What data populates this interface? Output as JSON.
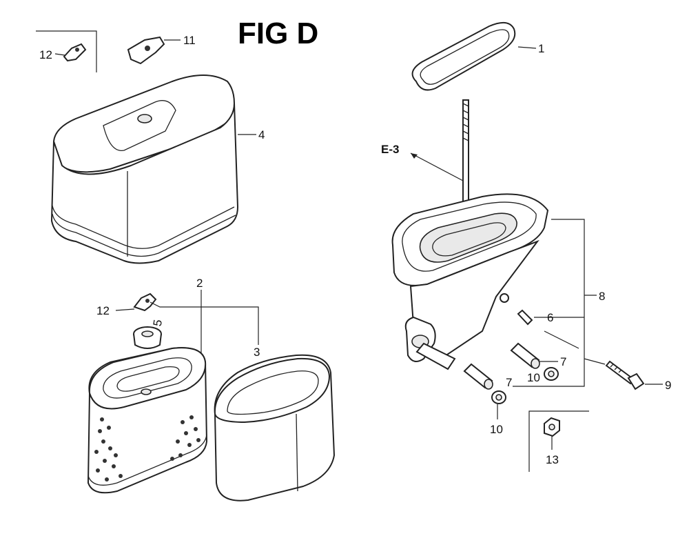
{
  "title": "FIG D",
  "reference": "E-3",
  "callouts": {
    "c1": "1",
    "c2": "2",
    "c3": "3",
    "c4": "4",
    "c5": "5",
    "c6": "6",
    "c7a": "7",
    "c7b": "7",
    "c8": "8",
    "c9": "9",
    "c10a": "10",
    "c10b": "10",
    "c11": "11",
    "c12a": "12",
    "c12b": "12",
    "c13": "13"
  },
  "colors": {
    "line": "#222222",
    "background": "#ffffff"
  }
}
